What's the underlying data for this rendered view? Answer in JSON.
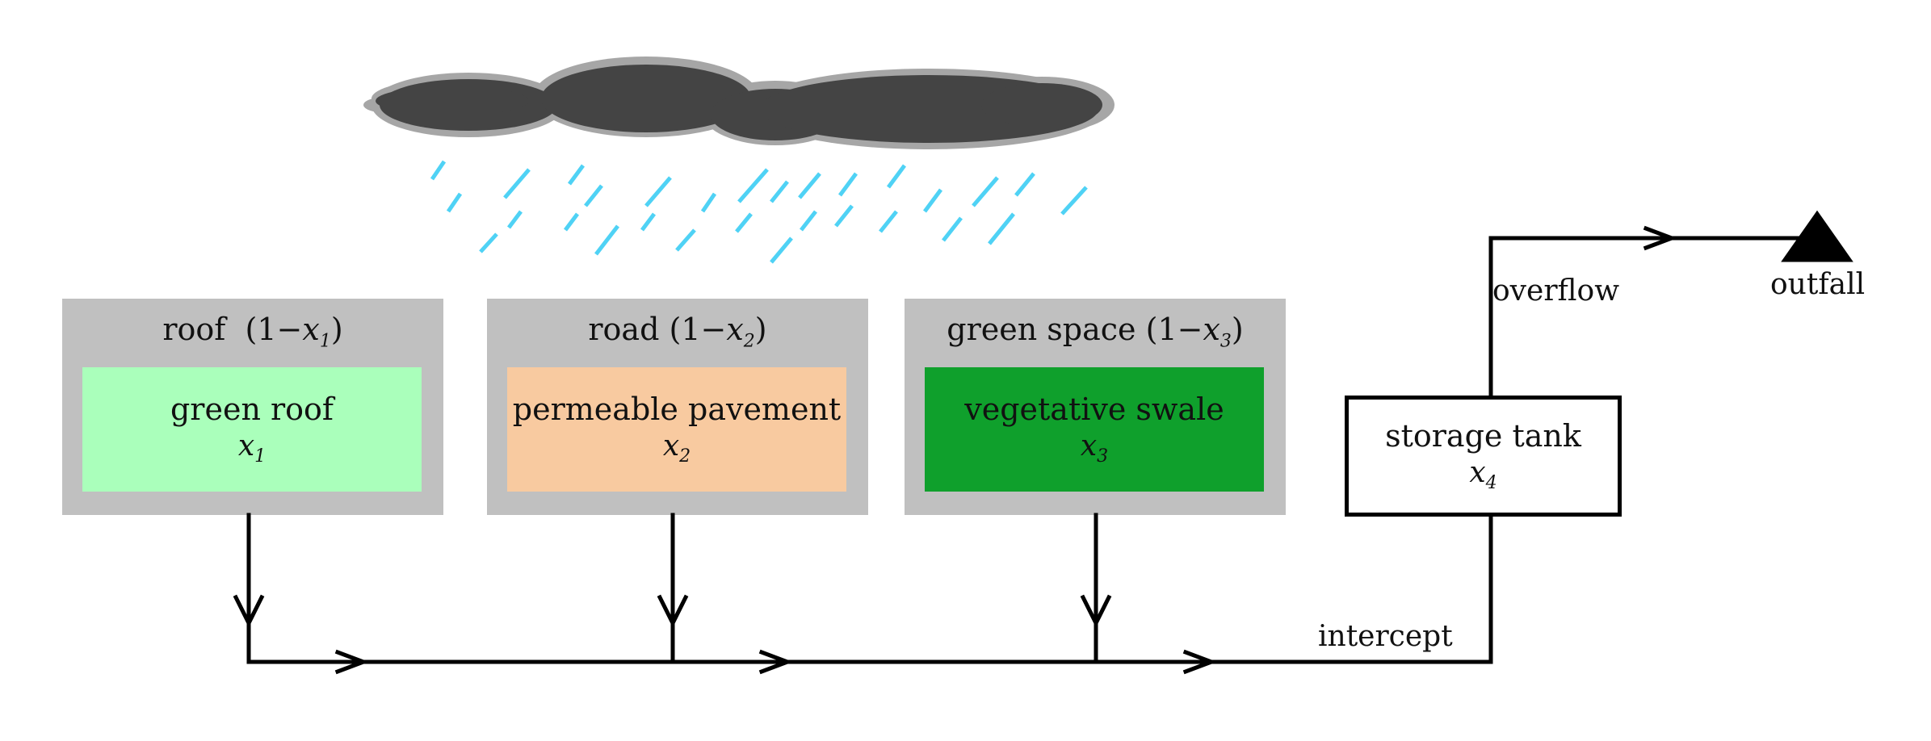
{
  "cloud": {
    "icon": "cloud-icon",
    "color": "#444444",
    "outline": "#a6a6a6"
  },
  "rain": {
    "icon": "rain-icon",
    "color": "#4fd2f5"
  },
  "boxes": [
    {
      "title": "roof",
      "title_var": "x",
      "title_sub": "1",
      "title_prefix": "(1−",
      "title_suffix": ")",
      "name": "green roof",
      "var": "x",
      "sub": "1",
      "fill": "#aaffbb"
    },
    {
      "title": "road",
      "title_var": "x",
      "title_sub": "2",
      "title_prefix": "(1−",
      "title_suffix": ")",
      "name": "permeable pavement",
      "var": "x",
      "sub": "2",
      "fill": "#f8caa0"
    },
    {
      "title": "green space",
      "title_var": "x",
      "title_sub": "3",
      "title_prefix": "(1−",
      "title_suffix": ")",
      "name": "vegetative swale",
      "var": "x",
      "sub": "3",
      "fill": "#0fa02c"
    }
  ],
  "tank": {
    "name": "storage tank",
    "var": "x",
    "sub": "4"
  },
  "labels": {
    "intercept": "intercept",
    "overflow": "overflow",
    "outfall": "outfall"
  },
  "colors": {
    "outer_box": "#c0c0c0",
    "line": "#000000"
  }
}
